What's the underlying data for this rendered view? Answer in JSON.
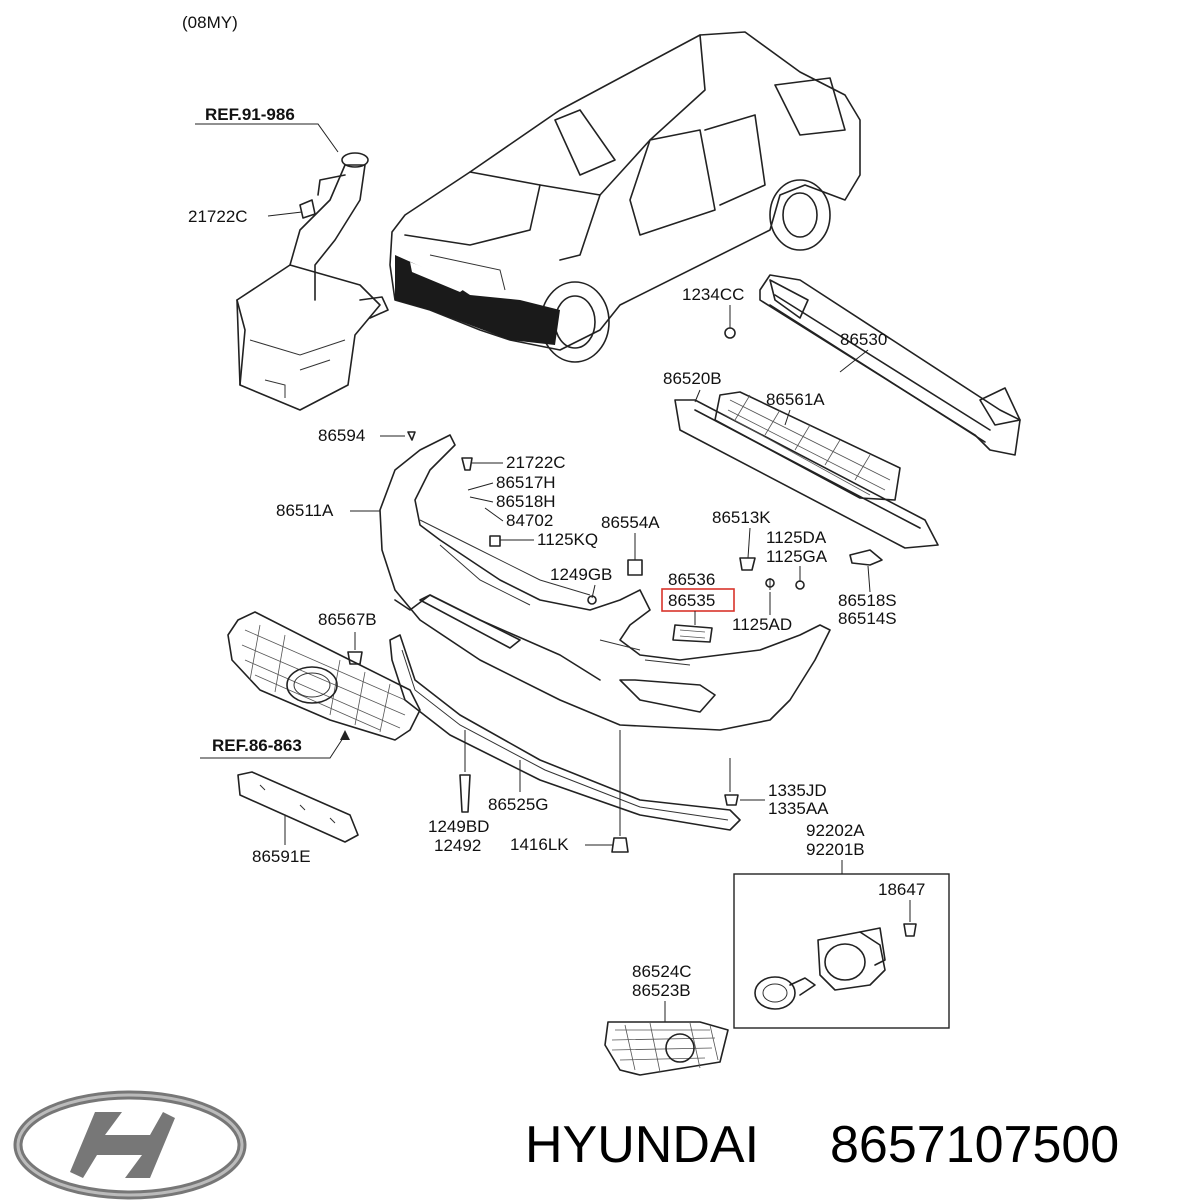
{
  "diagram": {
    "model_year": "(08MY)",
    "refs": [
      "REF.91-986",
      "REF.86-863"
    ],
    "labels": {
      "p21722C_a": "21722C",
      "p1234CC": "1234CC",
      "p86530": "86530",
      "p86520B": "86520B",
      "p86561A": "86561A",
      "p86594": "86594",
      "p21722C_b": "21722C",
      "p86517H": "86517H",
      "p86518H": "86518H",
      "p84702": "84702",
      "p86511A": "86511A",
      "p86554A": "86554A",
      "p86513K": "86513K",
      "p1125DA": "1125DA",
      "p1125GA": "1125GA",
      "p1125KQ": "1125KQ",
      "p1249GB": "1249GB",
      "p86536": "86536",
      "p86535": "86535",
      "p86518S": "86518S",
      "p86514S": "86514S",
      "p1125AD": "1125AD",
      "p86567B": "86567B",
      "p1335JD": "1335JD",
      "p1335AA": "1335AA",
      "p86525G": "86525G",
      "p1249BD": "1249BD",
      "p12492": "12492",
      "p1416LK": "1416LK",
      "p86591E": "86591E",
      "p92202A": "92202A",
      "p92201B": "92201B",
      "p18647": "18647",
      "p86524C": "86524C",
      "p86523B": "86523B"
    },
    "highlight_color": "#d9342b"
  },
  "footer": {
    "brand": "HYUNDAI",
    "part_number": "8657107500",
    "logo_icon": "hyundai-logo-icon"
  }
}
